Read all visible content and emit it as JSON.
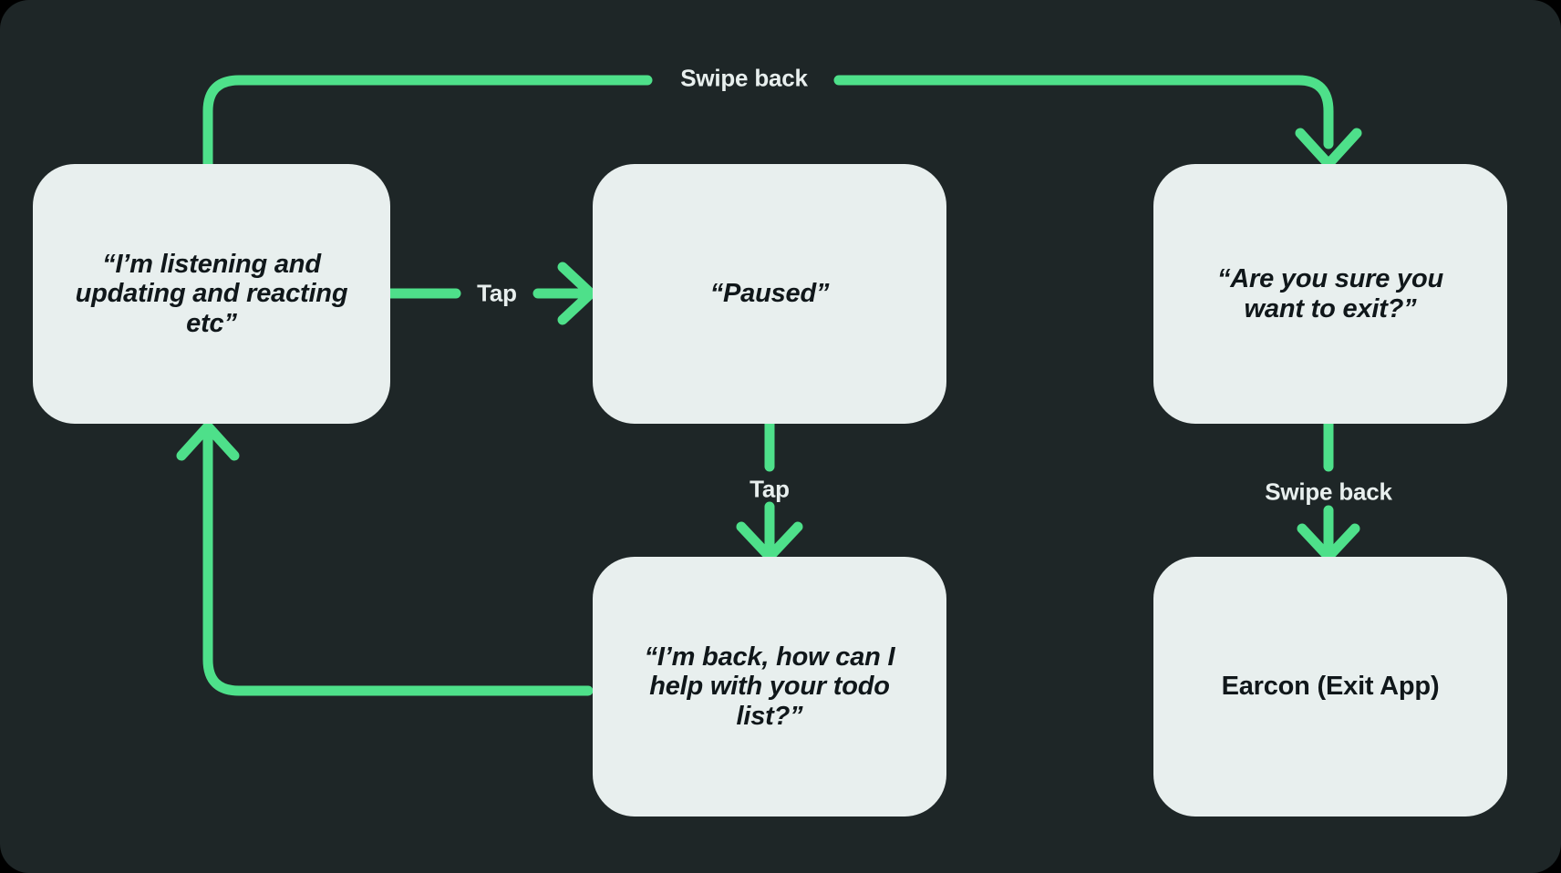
{
  "diagram": {
    "title": "Voice assistant pause and exit state flow",
    "background_color": "#1e2627",
    "node_fill": "#e8efee",
    "node_text_color": "#10171a",
    "accent_color": "#4ee08a",
    "label_text_color": "#e8efee",
    "nodes": [
      {
        "id": "listening",
        "label": "“I’m listening and\nupdating and reacting\netc”",
        "style": "italic"
      },
      {
        "id": "paused",
        "label": "“Paused”",
        "style": "italic"
      },
      {
        "id": "confirm-exit",
        "label": "“Are you sure you\nwant to exit?”",
        "style": "italic"
      },
      {
        "id": "back-todo",
        "label": "“I’m back, how can I\nhelp with your todo\nlist?”",
        "style": "italic"
      },
      {
        "id": "earcon",
        "label": "Earcon (Exit App)",
        "style": "upright"
      }
    ],
    "edges": [
      {
        "id": "listening-to-paused",
        "label": "Tap",
        "from": "listening",
        "to": "paused"
      },
      {
        "id": "paused-to-back",
        "label": "Tap",
        "from": "paused",
        "to": "back-todo"
      },
      {
        "id": "listening-to-confirm",
        "label": "Swipe back",
        "from": "listening",
        "to": "confirm-exit"
      },
      {
        "id": "confirm-to-earcon",
        "label": "Swipe back",
        "from": "confirm-exit",
        "to": "earcon"
      },
      {
        "id": "back-to-listening",
        "label": "",
        "from": "back-todo",
        "to": "listening"
      }
    ]
  }
}
